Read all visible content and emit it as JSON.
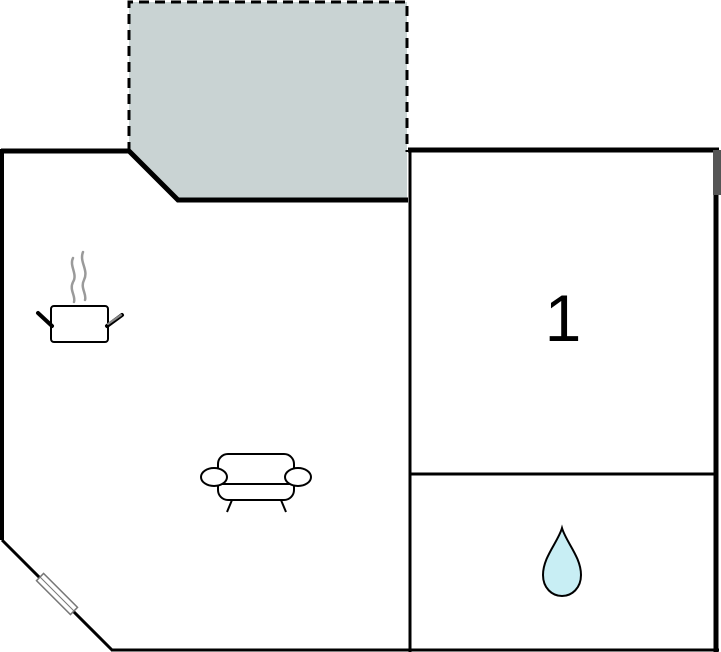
{
  "floorplan": {
    "rooms": [
      {
        "id": "living-kitchen",
        "label": "",
        "icons": [
          "cooking-pot-icon",
          "sofa-icon"
        ]
      },
      {
        "id": "bedroom",
        "label": "1",
        "icons": []
      },
      {
        "id": "bathroom",
        "label": "",
        "icons": [
          "water-drop-icon"
        ]
      },
      {
        "id": "terrace",
        "label": "",
        "icons": []
      }
    ],
    "colors": {
      "wall": "#3a3a3a",
      "terrace_fill": "#c9d3d3",
      "water_drop_fill": "#c8eef4",
      "steam": "#9a9a9a"
    }
  }
}
